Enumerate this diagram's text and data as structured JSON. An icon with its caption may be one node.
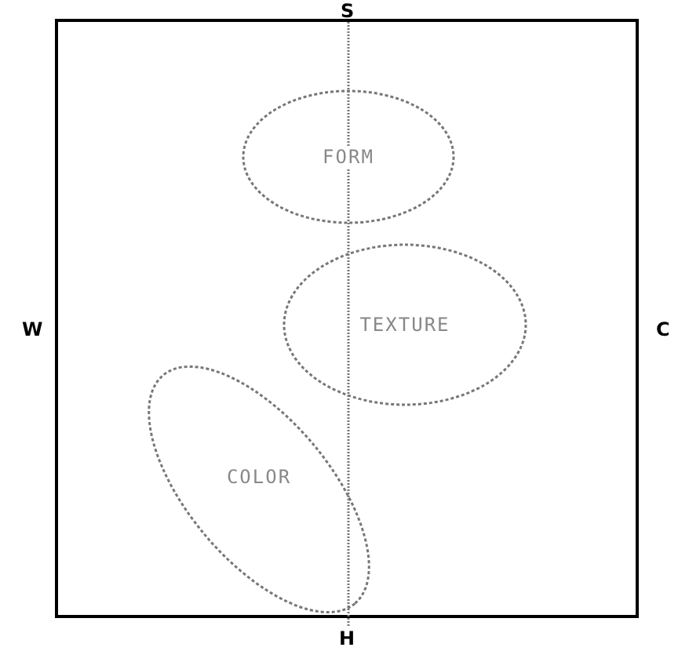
{
  "diagram": {
    "nodes": [
      {
        "text": [
          "FORM"
        ]
      },
      {
        "text": [
          "TEXTURE"
        ]
      },
      {
        "text": [
          "COLOR"
        ]
      }
    ],
    "labels": [
      "S",
      "W",
      "C",
      "H"
    ]
  }
}
